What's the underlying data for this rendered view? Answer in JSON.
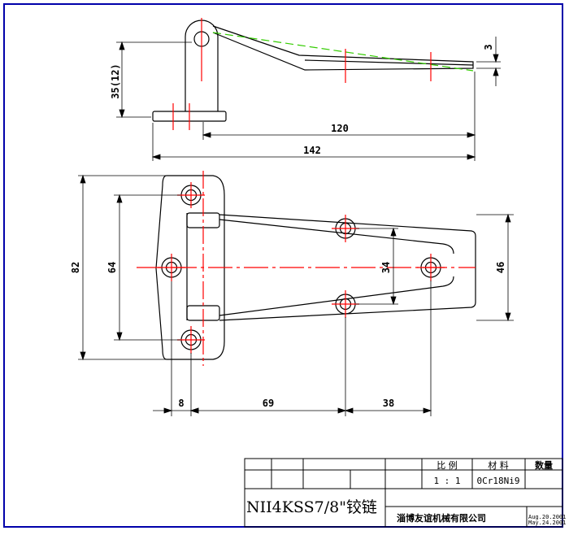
{
  "drawing": {
    "side_view_dims": {
      "height": "35(12)",
      "thickness": "3",
      "length_inner": "120",
      "length_total": "142"
    },
    "top_view_dims": {
      "overall_height": "82",
      "hole_spacing_left": "64",
      "hole_spacing_right": "34",
      "leaf_height": "46",
      "dim_8": "8",
      "dim_69": "69",
      "dim_38": "38"
    },
    "colors": {
      "outline": "#000000",
      "centerline": "#ff0000",
      "hidden_line": "#33cc00",
      "border": "#0000aa"
    }
  },
  "title_block": {
    "part_name": "NII4KSS7/8\"铰链",
    "scale_label": "比  例",
    "scale_value": "1 :  1",
    "material_label": "材   料",
    "material_value": "0Cr18Ni9",
    "quantity_label": "数量",
    "company": "淄博友谊机械有限公司",
    "date_1": "Aug.20.2001",
    "date_2": "May.24.2001"
  }
}
